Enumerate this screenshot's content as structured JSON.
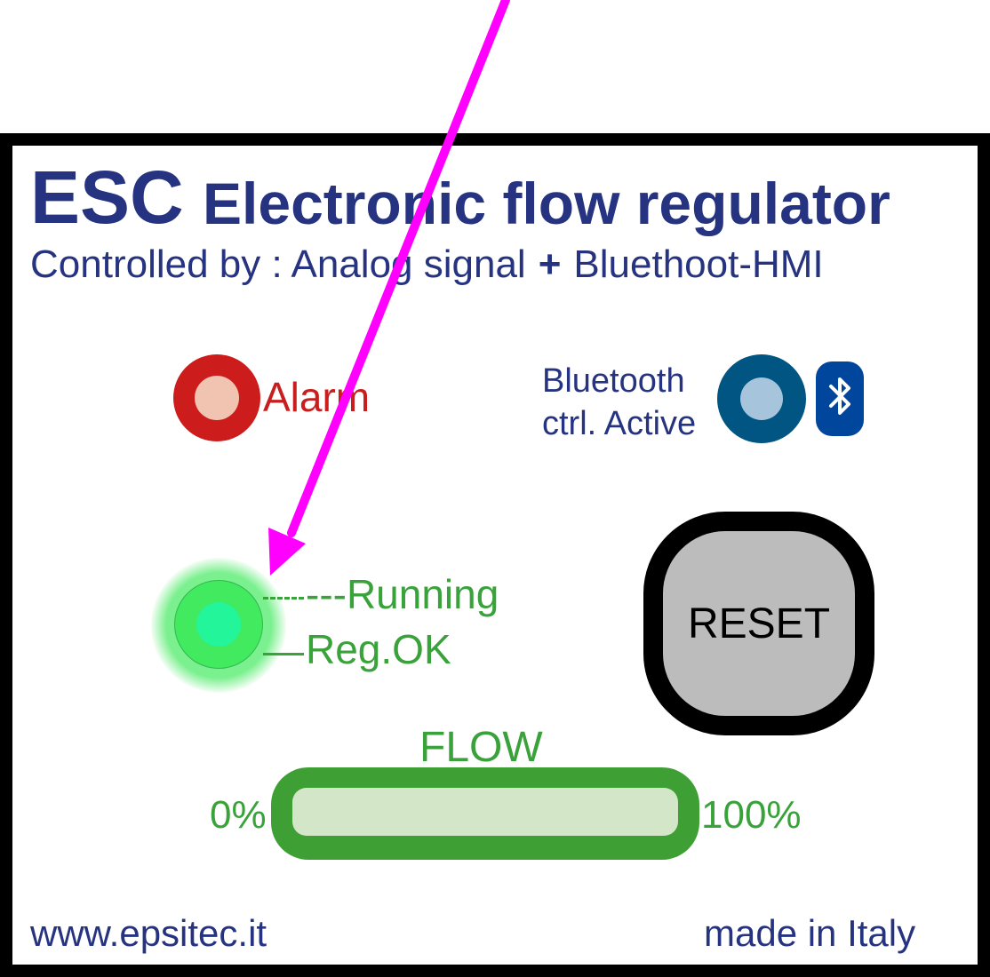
{
  "header": {
    "abbr": "ESC",
    "title": "Electronic flow regulator",
    "subtitle_prefix": "Controlled by : Analog signal",
    "subtitle_plus": "+",
    "subtitle_suffix": "Bluethoot-HMI"
  },
  "alarm": {
    "label": "Alarm"
  },
  "bluetooth": {
    "label": "Bluetooth\nctrl. Active",
    "icon": "bluetooth-icon"
  },
  "status": {
    "running_label": "---Running",
    "regok_label": "Reg.OK"
  },
  "reset": {
    "label": "RESET"
  },
  "flow": {
    "label": "FLOW",
    "min_label": "0%",
    "max_label": "100%",
    "level": 0
  },
  "footer": {
    "website": "www.epsitec.it",
    "made_in": "made in Italy"
  },
  "colors": {
    "navy": "#263380",
    "alarm_ring": "#cc1c1c",
    "alarm_core": "#f1c4b1",
    "alarm_text": "#c81e1e",
    "bt_ring": "#005583",
    "bt_core": "#a6c5dc",
    "bt_badge": "#00469c",
    "green_text": "#3aa23a",
    "run_glow": "#7bf08e",
    "run_ring": "#41ea5f",
    "run_core": "#22f59a",
    "reset_fill": "#bcbcbc",
    "flow_border": "#3ea034",
    "flow_track": "#d4e6c8",
    "flow_fill": "#3ea034",
    "arrow": "#ff00ff"
  }
}
